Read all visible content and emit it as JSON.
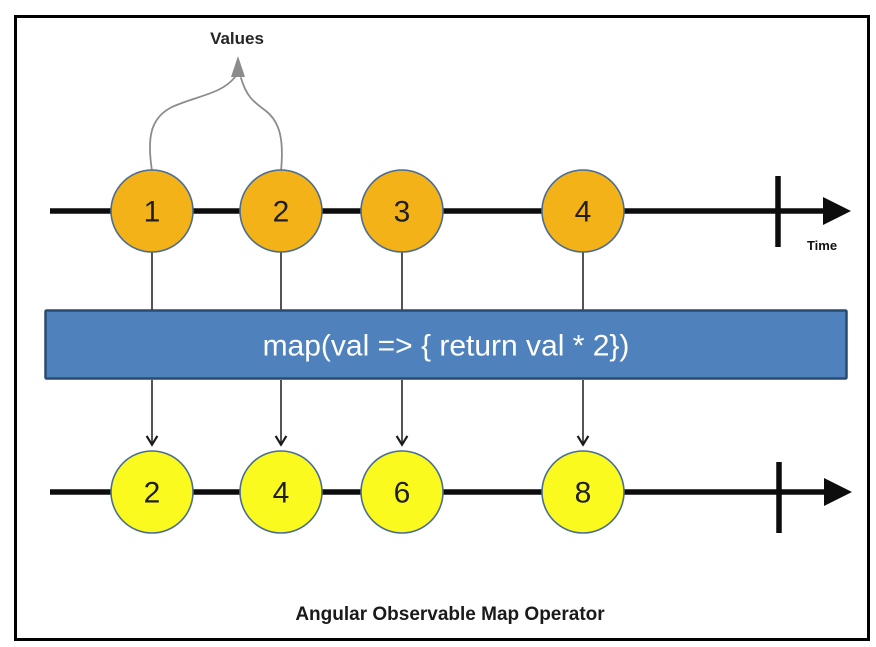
{
  "diagram": {
    "title": "Angular Observable Map Operator",
    "values_label": "Values",
    "time_label": "Time",
    "operator": {
      "expression": "map(val => { return val * 2})"
    },
    "source_stream": {
      "marbles": [
        "1",
        "2",
        "3",
        "4"
      ]
    },
    "output_stream": {
      "marbles": [
        "2",
        "4",
        "6",
        "8"
      ]
    }
  },
  "colors": {
    "source_marble_fill": "#F2B218",
    "output_marble_fill": "#FAFA1E",
    "marble_border": "#4A6D94",
    "operator_fill": "#4F81BD",
    "operator_border": "#2B4A70",
    "timeline": "#0D0D0D",
    "values_arrow": "#8C8C8C"
  }
}
